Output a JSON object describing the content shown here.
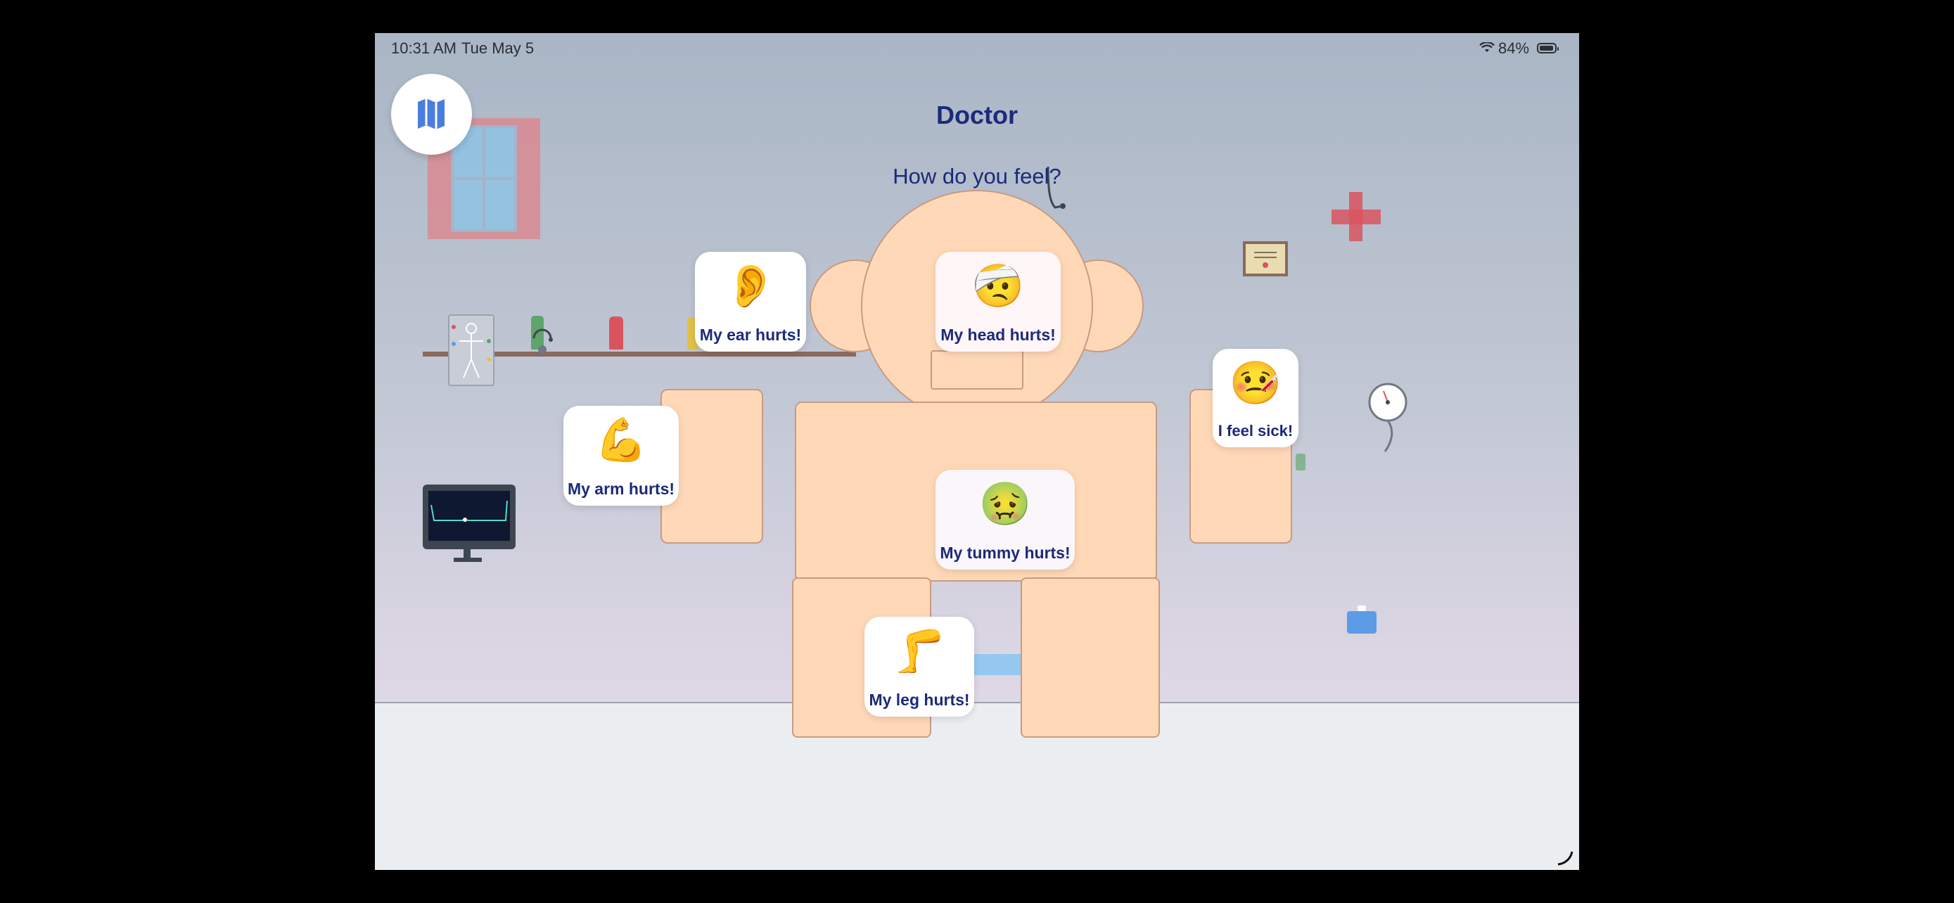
{
  "status_bar": {
    "time": "10:31 AM",
    "date": "Tue May 5",
    "battery_percent": "84%",
    "icons": [
      "wifi-icon",
      "battery-icon"
    ]
  },
  "map_button": {
    "icon": "map-icon",
    "accent_color": "#4a7de0"
  },
  "header": {
    "title": "Doctor",
    "subtitle": "How do you feel?"
  },
  "cards": {
    "ear": {
      "emoji": "👂",
      "label": "My ear hurts!"
    },
    "head": {
      "emoji": "🤕",
      "label": "My head hurts!"
    },
    "sick": {
      "emoji": "🤒",
      "label": "I feel sick!"
    },
    "arm": {
      "emoji": "💪",
      "label": "My arm hurts!"
    },
    "tummy": {
      "emoji": "🤢",
      "label": "My tummy hurts!"
    },
    "leg": {
      "emoji": "🦵",
      "label": "My leg hurts!"
    }
  },
  "colors": {
    "text_primary": "#1c2a7a",
    "skin": "#ffd9b7",
    "skin_outline": "#c99a82"
  }
}
